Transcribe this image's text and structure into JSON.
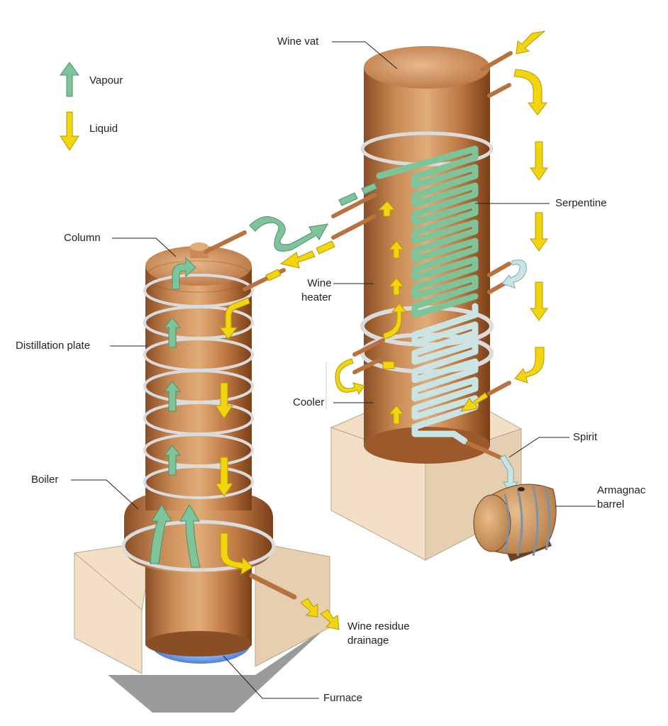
{
  "legend": {
    "vapour": "Vapour",
    "liquid": "Liquid"
  },
  "labels": {
    "wine_vat": "Wine vat",
    "serpentine": "Serpentine",
    "column": "Column",
    "wine_heater": "Wine\nheater",
    "distillation_plate": "Distillation plate",
    "cooler": "Cooler",
    "spirit": "Spirit",
    "armagnac_barrel": "Armagnac\nbarrel",
    "boiler": "Boiler",
    "wine_residue_drainage": "Wine residue\ndrainage",
    "furnace": "Furnace"
  },
  "colors": {
    "vapour": "#7dc49a",
    "liquid": "#f2d40f",
    "copper": "#b8723f",
    "stone": "#f2dfc6",
    "cooled_vapour": "#c9e4e4"
  }
}
